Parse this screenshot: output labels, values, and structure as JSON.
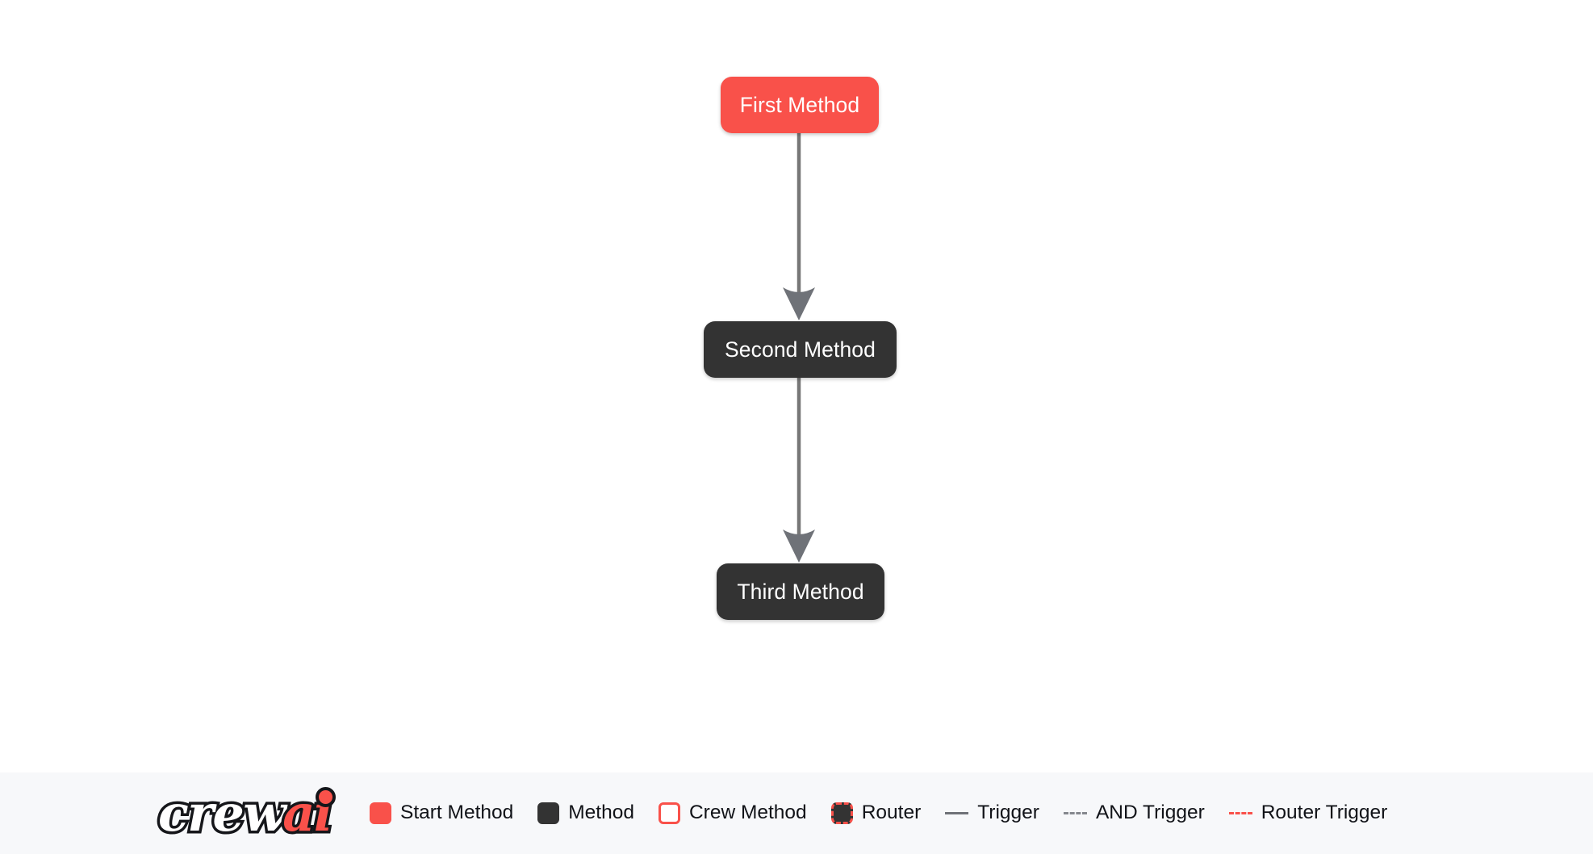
{
  "canvas": {
    "background_color": "#ffffff",
    "nodes": [
      {
        "id": "first",
        "label": "First Method",
        "type": "start-method",
        "color": "#f9514a",
        "text_color": "#ffffff"
      },
      {
        "id": "second",
        "label": "Second Method",
        "type": "method",
        "color": "#333333",
        "text_color": "#ffffff"
      },
      {
        "id": "third",
        "label": "Third Method",
        "type": "method",
        "color": "#333333",
        "text_color": "#ffffff"
      }
    ],
    "edges": [
      {
        "from": "first",
        "to": "second",
        "style": "trigger",
        "color": "#777777"
      },
      {
        "from": "second",
        "to": "third",
        "style": "trigger",
        "color": "#777777"
      }
    ]
  },
  "legend": {
    "background_color": "#f7f8fa",
    "logo": {
      "word_primary": "crew",
      "word_accent": "ai",
      "accent_color": "#f9514a",
      "outline_color": "#15161a"
    },
    "items": [
      {
        "label": "Start Method",
        "swatch": "filled-red-square",
        "color": "#f9514a"
      },
      {
        "label": "Method",
        "swatch": "filled-dark-square",
        "color": "#333333"
      },
      {
        "label": "Crew Method",
        "swatch": "outlined-red-square",
        "color": "#f9514a"
      },
      {
        "label": "Router",
        "swatch": "dashed-red-dark-square",
        "color": "#f9514a"
      },
      {
        "label": "Trigger",
        "swatch": "solid-gray-line",
        "color": "#6f7278"
      },
      {
        "label": "AND Trigger",
        "swatch": "dashed-gray-line",
        "color": "#85888e"
      },
      {
        "label": "Router Trigger",
        "swatch": "dashed-red-line",
        "color": "#f9514a"
      }
    ]
  }
}
